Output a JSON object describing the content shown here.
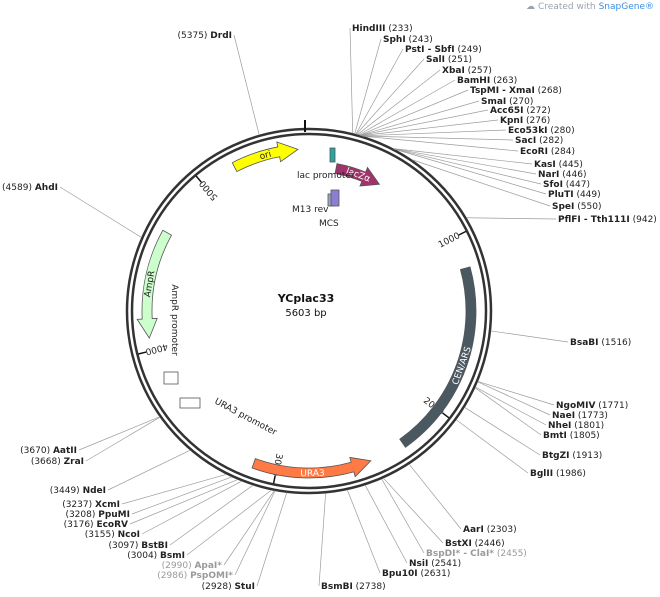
{
  "brand": {
    "prefix": "Created with ",
    "name": "SnapGene®",
    "icon": "snapgene-logo-icon"
  },
  "plasmid": {
    "name": "YCplac33",
    "length_label": "5603 bp",
    "length": 5603
  },
  "ticks": [
    {
      "pos": 1000,
      "label": "1000"
    },
    {
      "pos": 2000,
      "label": "2000"
    },
    {
      "pos": 3000,
      "label": "3000"
    },
    {
      "pos": 4000,
      "label": "4000"
    },
    {
      "pos": 5000,
      "label": "5000"
    }
  ],
  "features": [
    {
      "id": "ori",
      "label": "ori",
      "start": 5195,
      "end": 5560,
      "track": "outer",
      "dir": "cw",
      "color": "#ffff00"
    },
    {
      "id": "lacza",
      "label": "lacZα",
      "start": 185,
      "end": 470,
      "track": "inner",
      "dir": "cw",
      "color": "#a1336b"
    },
    {
      "id": "cenars",
      "label": "CEN/ARS",
      "start": 1180,
      "end": 2270,
      "track": "outer",
      "dir": "none",
      "color": "#4a5862"
    },
    {
      "id": "ura3",
      "label": "URA3",
      "start": 2470,
      "end": 3130,
      "track": "outer",
      "dir": "ccw",
      "color": "#ff7a45"
    },
    {
      "id": "ampr",
      "label": "AmpR",
      "start": 4070,
      "end": 4670,
      "track": "outer",
      "dir": "ccw",
      "color": "#ccffcc"
    }
  ],
  "small_features": [
    {
      "id": "lacp",
      "label": "lac promoter",
      "start": 120,
      "end": 150,
      "color": "#2aa3a3"
    },
    {
      "id": "m13",
      "label": "M13 rev",
      "start": 410,
      "end": 430,
      "color": "#9aa6cc"
    },
    {
      "id": "mcs",
      "label": "MCS",
      "start": 232,
      "end": 287,
      "color": "#8a7fd0"
    },
    {
      "id": "ampp",
      "label": "AmpR promoter",
      "start": 3980,
      "end": 4080,
      "color": "#ffffff"
    },
    {
      "id": "ura3p",
      "label": "URA3 promoter",
      "start": 3200,
      "end": 3330,
      "color": "#ffffff"
    }
  ],
  "sites": [
    {
      "name": "HindIII",
      "pos": "233",
      "grey": false
    },
    {
      "name": "SphI",
      "pos": "243",
      "grey": false
    },
    {
      "name": "PstI - SbfI",
      "pos": "249",
      "grey": false
    },
    {
      "name": "SalI",
      "pos": "251",
      "grey": false
    },
    {
      "name": "XbaI",
      "pos": "257",
      "grey": false
    },
    {
      "name": "BamHI",
      "pos": "263",
      "grey": false
    },
    {
      "name": "TspMI - XmaI",
      "pos": "268",
      "grey": false
    },
    {
      "name": "SmaI",
      "pos": "270",
      "grey": false
    },
    {
      "name": "Acc65I",
      "pos": "272",
      "grey": false
    },
    {
      "name": "KpnI",
      "pos": "276",
      "grey": false
    },
    {
      "name": "Eco53kI",
      "pos": "280",
      "grey": false
    },
    {
      "name": "SacI",
      "pos": "282",
      "grey": false
    },
    {
      "name": "EcoRI",
      "pos": "284",
      "grey": false
    },
    {
      "name": "KasI",
      "pos": "445",
      "grey": false
    },
    {
      "name": "NarI",
      "pos": "446",
      "grey": false
    },
    {
      "name": "SfoI",
      "pos": "447",
      "grey": false
    },
    {
      "name": "PluTI",
      "pos": "449",
      "grey": false
    },
    {
      "name": "SpeI",
      "pos": "550",
      "grey": false
    },
    {
      "name": "PflFI - Tth111I",
      "pos": "942",
      "grey": false
    },
    {
      "name": "BsaBI",
      "pos": "1516",
      "grey": false
    },
    {
      "name": "NgoMIV",
      "pos": "1771",
      "grey": false
    },
    {
      "name": "NaeI",
      "pos": "1773",
      "grey": false
    },
    {
      "name": "NheI",
      "pos": "1801",
      "grey": false
    },
    {
      "name": "BmtI",
      "pos": "1805",
      "grey": false
    },
    {
      "name": "BtgZI",
      "pos": "1913",
      "grey": false
    },
    {
      "name": "BglII",
      "pos": "1986",
      "grey": false
    },
    {
      "name": "AarI",
      "pos": "2303",
      "grey": false
    },
    {
      "name": "BstXI",
      "pos": "2446",
      "grey": false
    },
    {
      "name": "BspDI* - ClaI*",
      "pos": "2455",
      "grey": true
    },
    {
      "name": "NsiI",
      "pos": "2541",
      "grey": false
    },
    {
      "name": "Bpu10I",
      "pos": "2631",
      "grey": false
    },
    {
      "name": "BsmBI",
      "pos": "2738",
      "grey": false
    },
    {
      "name": "StuI",
      "pos": "2928",
      "grey": false
    },
    {
      "name": "PspOMI*",
      "pos": "2986",
      "grey": true
    },
    {
      "name": "ApaI*",
      "pos": "2990",
      "grey": true
    },
    {
      "name": "BsmI",
      "pos": "3004",
      "grey": false
    },
    {
      "name": "BstBI",
      "pos": "3097",
      "grey": false
    },
    {
      "name": "NcoI",
      "pos": "3155",
      "grey": false
    },
    {
      "name": "EcoRV",
      "pos": "3176",
      "grey": false
    },
    {
      "name": "PpuMI",
      "pos": "3208",
      "grey": false
    },
    {
      "name": "XcmI",
      "pos": "3237",
      "grey": false
    },
    {
      "name": "NdeI",
      "pos": "3449",
      "grey": false
    },
    {
      "name": "ZraI",
      "pos": "3668",
      "grey": false
    },
    {
      "name": "AatII",
      "pos": "3670",
      "grey": false
    },
    {
      "name": "AhdI",
      "pos": "4589",
      "grey": false
    },
    {
      "name": "DrdI",
      "pos": "5375",
      "grey": false
    }
  ]
}
